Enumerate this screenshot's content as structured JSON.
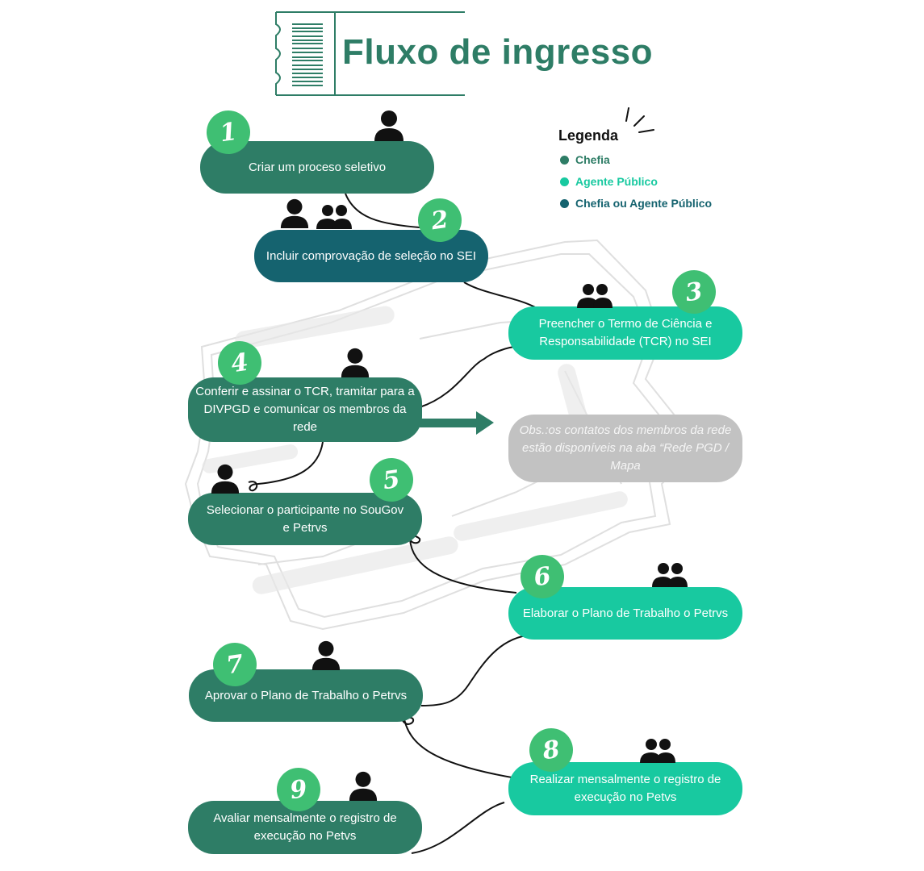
{
  "title": "Fluxo de ingresso",
  "legend": {
    "title": "Legenda",
    "items": [
      {
        "label": "Chefia",
        "color": "#2e7d66"
      },
      {
        "label": "Agente Público",
        "color": "#18c9a0"
      },
      {
        "label": "Chefia ou Agente Público",
        "color": "#15636f"
      }
    ]
  },
  "steps": [
    {
      "number": "1",
      "text": "Criar um proceso seletivo",
      "actor": "Chefia",
      "icon": "person-icon"
    },
    {
      "number": "2",
      "text": "Incluir comprovação de seleção no SEI",
      "actor": "Chefia ou Agente Público",
      "icon": "person-and-group-icons"
    },
    {
      "number": "3",
      "text": "Preencher o Termo de Ciência e Responsabilidade (TCR) no SEI",
      "actor": "Agente Público",
      "icon": "group-icon"
    },
    {
      "number": "4",
      "text": "Conferir e assinar o TCR, tramitar para a DIVPGD e comunicar os membros da rede",
      "actor": "Chefia",
      "icon": "person-icon"
    },
    {
      "number": "5",
      "text": "Selecionar o participante no SouGov e Petrvs",
      "actor": "Chefia",
      "icon": "person-icon"
    },
    {
      "number": "6",
      "text": "Elaborar o Plano de Trabalho o Petrvs",
      "actor": "Agente Público",
      "icon": "group-icon"
    },
    {
      "number": "7",
      "text": "Aprovar o Plano de Trabalho o Petrvs",
      "actor": "Chefia",
      "icon": "person-icon"
    },
    {
      "number": "8",
      "text": "Realizar mensalmente o registro de execução no Petvs",
      "actor": "Agente Público",
      "icon": "group-icon"
    },
    {
      "number": "9",
      "text": "Avaliar mensalmente o registro de execução no Petvs",
      "actor": "Chefia",
      "icon": "person-icon"
    }
  ],
  "note": "Obs.:os contatos dos membros da rede estão disponíveis na aba “Rede PGD / Mapa"
}
